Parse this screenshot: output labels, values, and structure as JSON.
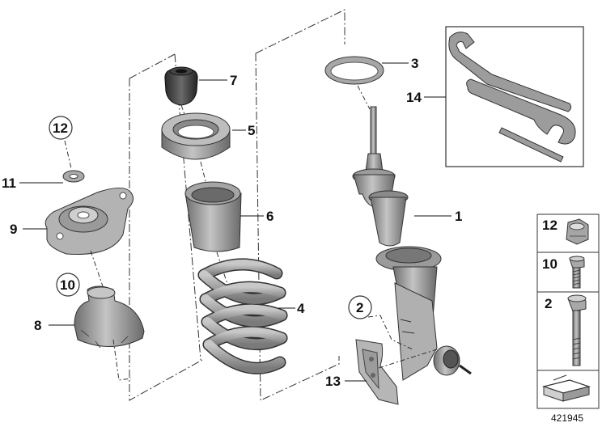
{
  "diagram": {
    "document_number": "421945",
    "callouts": {
      "c1": "1",
      "c2": "2",
      "c3": "3",
      "c4": "4",
      "c5": "5",
      "c6": "6",
      "c7": "7",
      "c8": "8",
      "c9": "9",
      "c10": "10",
      "c11": "11",
      "c12": "12",
      "c13": "13",
      "c14": "14"
    },
    "legend": {
      "items": [
        {
          "label": "12",
          "icon": "nut-icon"
        },
        {
          "label": "10",
          "icon": "short-bolt-icon"
        },
        {
          "label": "2",
          "icon": "long-bolt-icon"
        }
      ],
      "footer_icon": "shim-symbol-icon"
    },
    "colors": {
      "part": "#9a9a9a",
      "outline": "#2a2a2a",
      "dark_part": "#3e3e3e"
    }
  }
}
